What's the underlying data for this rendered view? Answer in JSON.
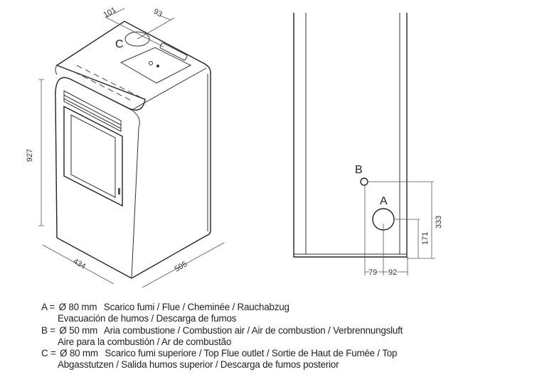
{
  "isometric_view": {
    "dimensions": {
      "height": "927",
      "width": "434",
      "depth": "505",
      "top_offset_1": "101",
      "top_offset_2": "93"
    },
    "labels": {
      "c": "C"
    }
  },
  "side_view": {
    "labels": {
      "a": "A",
      "b": "B"
    },
    "dimensions": {
      "b_height": "333",
      "a_height": "171",
      "b_offset": "79",
      "a_offset": "92"
    }
  },
  "legend": [
    {
      "key": "A =",
      "spec": "Ø 80 mm",
      "line1": "Scarico fumi / Flue / Cheminée / Rauchabzug",
      "line2": "Evacuación de humos / Descarga de fumos"
    },
    {
      "key": "B =",
      "spec": "Ø 50 mm",
      "line1": "Aria combustione / Combustion air / Air de combustion / Verbrennungsluft",
      "line2": "Aire para la combustión / Ar de combustão"
    },
    {
      "key": "C =",
      "spec": "Ø 80 mm",
      "line1": "Scarico fumi superiore / Top Flue outlet / Sortie de Haut de Fumée / Top",
      "line2": "Abgasstutzen / Salida humos superior / Descarga de fumos posterior"
    }
  ]
}
